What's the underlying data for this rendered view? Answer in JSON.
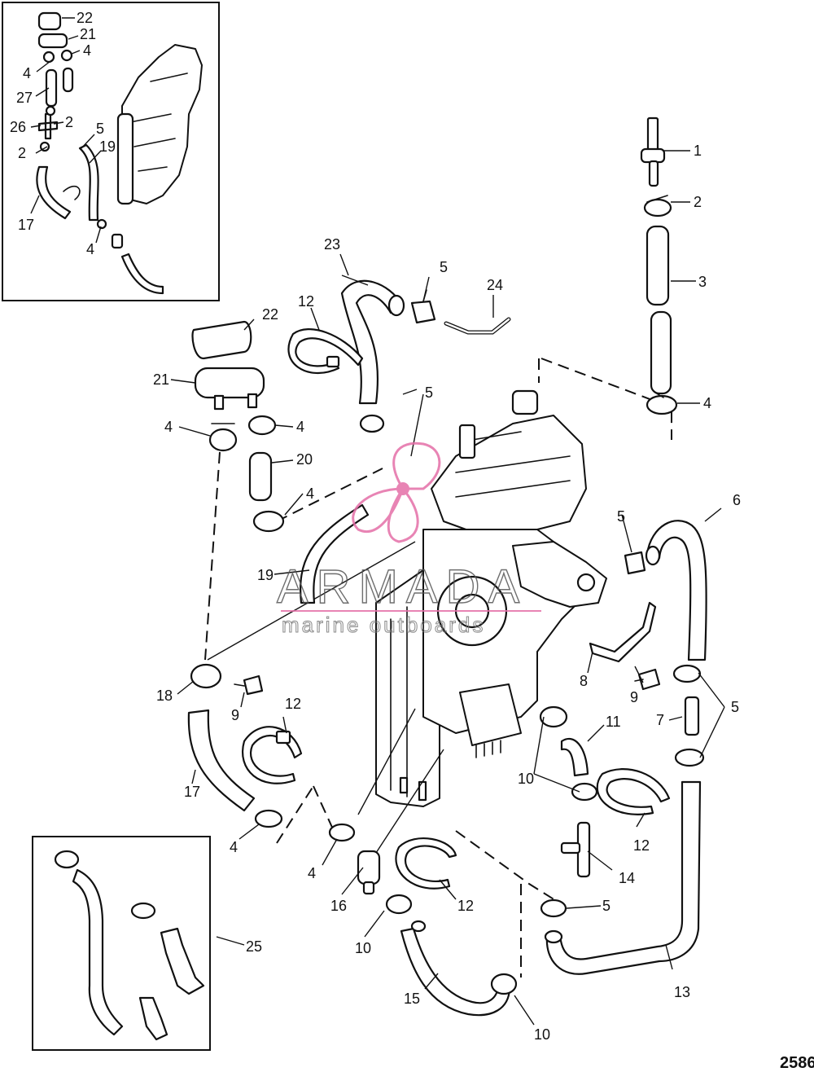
{
  "watermark": {
    "brand": "ARMADA",
    "tagline": "marine outboards",
    "logo_color": "#e46fa8"
  },
  "figure_number": "2586",
  "callouts": {
    "c1": "1",
    "c2": "2",
    "c3": "3",
    "c4a": "4",
    "c5a": "5",
    "c6": "6",
    "c23": "23",
    "c5b": "5",
    "c24": "24",
    "c12a": "12",
    "c22": "22",
    "c21": "21",
    "c4b": "4",
    "c4c": "4",
    "c20": "20",
    "c4d": "4",
    "c5c": "5",
    "c5d": "5",
    "c19": "19",
    "c18": "18",
    "c9a": "9",
    "c12b": "12",
    "c17": "17",
    "c4e": "4",
    "c8": "8",
    "c9b": "9",
    "c7": "7",
    "c5e": "5",
    "c11": "11",
    "c10a": "10",
    "c12c": "12",
    "c14": "14",
    "c5f": "5",
    "c13": "13",
    "c4f": "4",
    "c16": "16",
    "c12d": "12",
    "c10b": "10",
    "c15": "15",
    "c10c": "10",
    "c25": "25"
  },
  "inset_callouts": {
    "i22": "22",
    "i21": "21",
    "i4a": "4",
    "i4b": "4",
    "i27": "27",
    "i2a": "2",
    "i26": "26",
    "i5": "5",
    "i2b": "2",
    "i19": "19",
    "i17": "17",
    "i4c": "4"
  }
}
